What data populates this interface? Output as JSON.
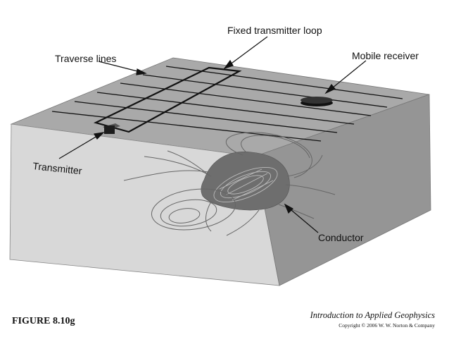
{
  "labels": {
    "fixed_transmitter_loop": "Fixed transmitter loop",
    "traverse_lines": "Traverse lines",
    "mobile_receiver": "Mobile receiver",
    "transmitter": "Transmitter",
    "conductor": "Conductor"
  },
  "caption": {
    "figure": "FIGURE 8.10g",
    "book_title": "Introduction to Applied Geophysics",
    "copyright": "Copyright © 2006 W. W. Norton & Company"
  },
  "colors": {
    "top_face": "#a9a9a9",
    "front_face": "#d8d8d8",
    "right_face": "#959595",
    "conductor": "#6e6e6e",
    "lines": "#111111"
  }
}
